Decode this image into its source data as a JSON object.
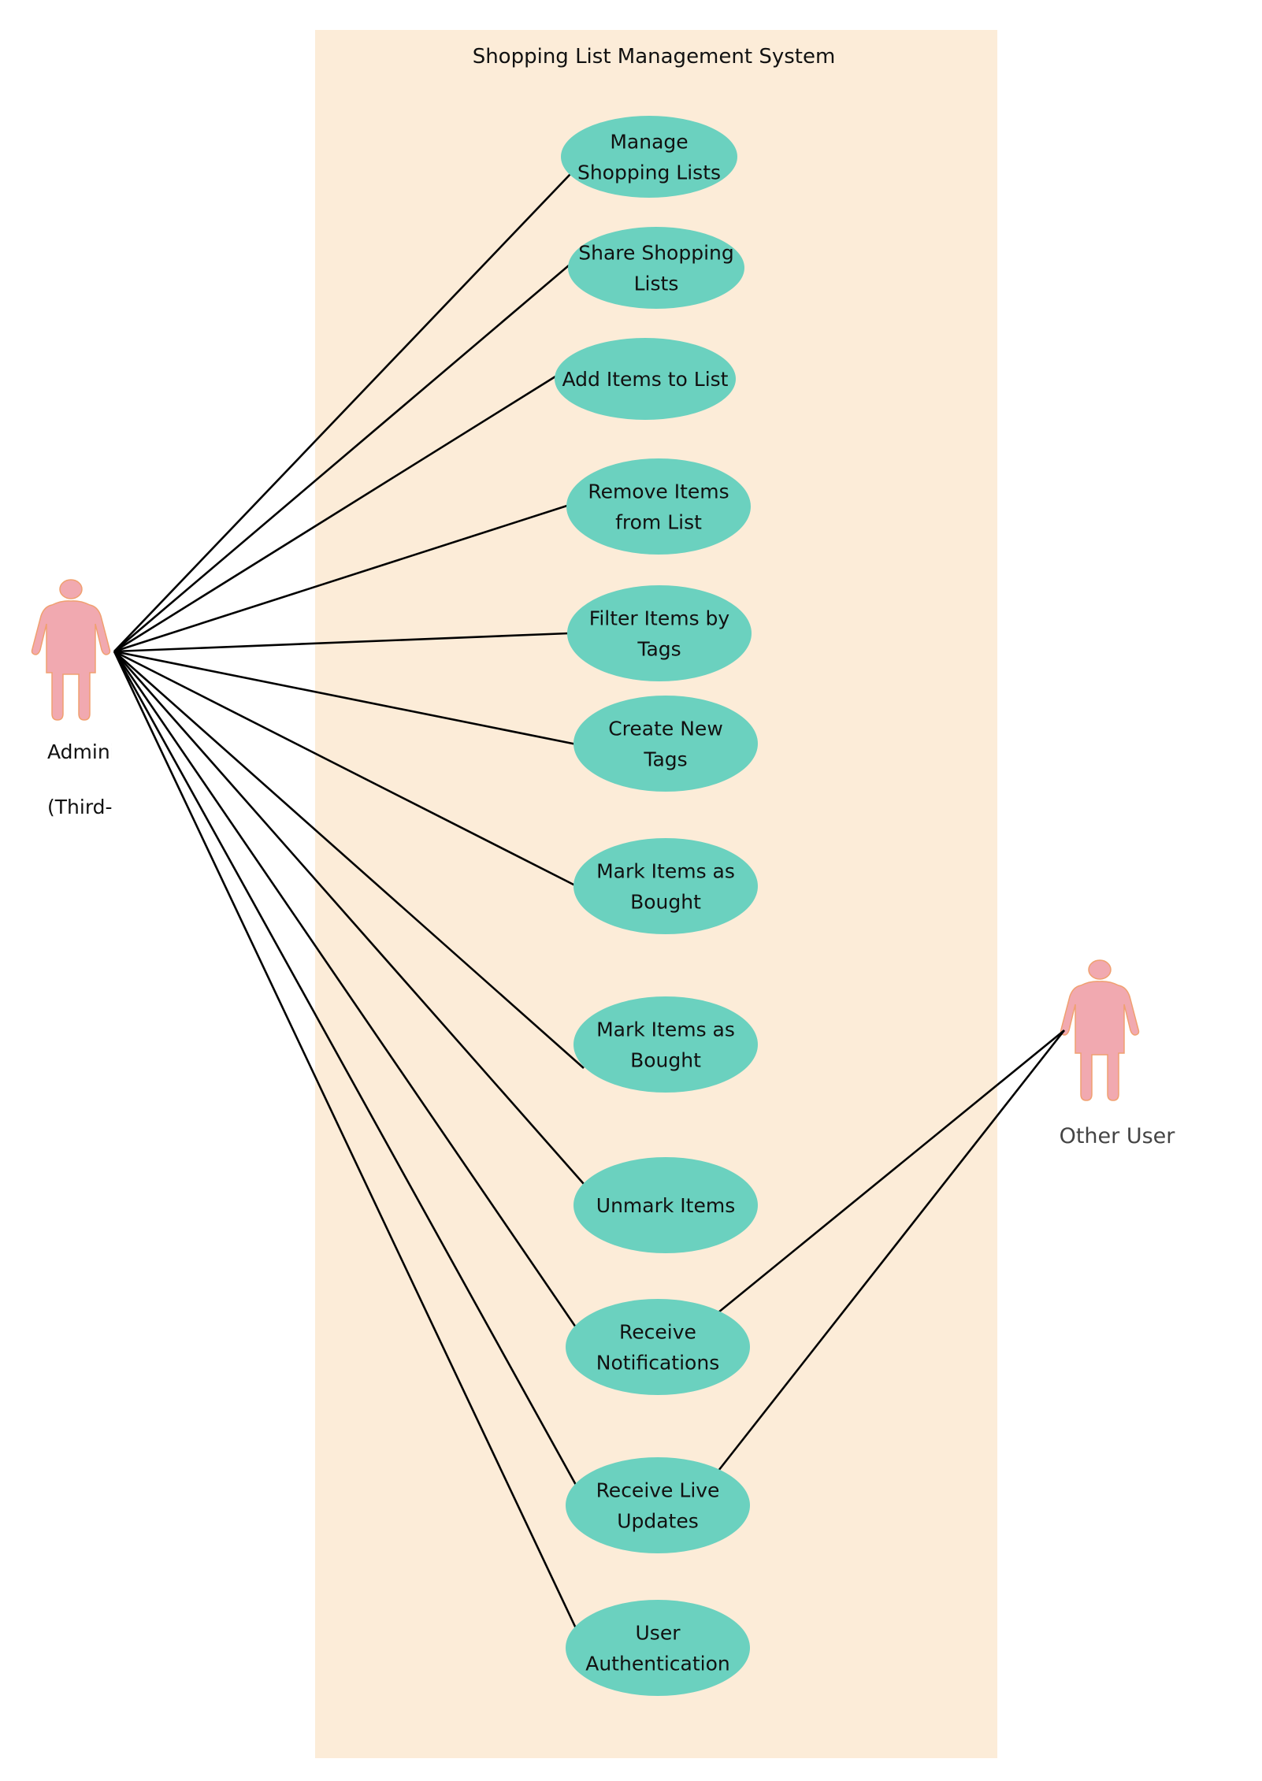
{
  "system": {
    "title": "Shopping List Management System"
  },
  "colors": {
    "boundary_fill": "#fcecd8",
    "usecase_fill": "#6bd1bf",
    "actor_fill": "#f1a9b0",
    "actor_stroke": "#f0a070",
    "line": "#000000"
  },
  "actors": [
    {
      "id": "administrator",
      "label_lines": [
        "Adminis",
        "(Third-p"
      ]
    },
    {
      "id": "other-user",
      "label_lines": [
        "Other User"
      ]
    }
  ],
  "use_cases": [
    {
      "id": "uc-manage-lists",
      "lines": [
        "Manage",
        "Shopping Lists"
      ]
    },
    {
      "id": "uc-share-lists",
      "lines": [
        "Share Shopping",
        "Lists"
      ]
    },
    {
      "id": "uc-add-items",
      "lines": [
        "Add Items to List"
      ]
    },
    {
      "id": "uc-remove-items",
      "lines": [
        "Remove Items",
        "from List"
      ]
    },
    {
      "id": "uc-filter-items",
      "lines": [
        "Filter Items by",
        "Tags"
      ]
    },
    {
      "id": "uc-create-tags",
      "lines": [
        "Create New",
        "Tags"
      ]
    },
    {
      "id": "uc-mark-bought-1",
      "lines": [
        "Mark Items as",
        "Bought"
      ]
    },
    {
      "id": "uc-mark-bought-2",
      "lines": [
        "Mark Items as",
        "Bought"
      ]
    },
    {
      "id": "uc-unmark-items",
      "lines": [
        "Unmark Items"
      ]
    },
    {
      "id": "uc-receive-notifications",
      "lines": [
        "Receive",
        "Notifications"
      ]
    },
    {
      "id": "uc-receive-live-updates",
      "lines": [
        "Receive Live",
        "Updates"
      ]
    },
    {
      "id": "uc-user-authentication",
      "lines": [
        "User",
        "Authentication"
      ]
    }
  ],
  "associations": [
    {
      "actor": "administrator",
      "use_case": "uc-manage-lists"
    },
    {
      "actor": "administrator",
      "use_case": "uc-share-lists"
    },
    {
      "actor": "administrator",
      "use_case": "uc-add-items"
    },
    {
      "actor": "administrator",
      "use_case": "uc-remove-items"
    },
    {
      "actor": "administrator",
      "use_case": "uc-filter-items"
    },
    {
      "actor": "administrator",
      "use_case": "uc-create-tags"
    },
    {
      "actor": "administrator",
      "use_case": "uc-mark-bought-1"
    },
    {
      "actor": "administrator",
      "use_case": "uc-mark-bought-2"
    },
    {
      "actor": "administrator",
      "use_case": "uc-unmark-items"
    },
    {
      "actor": "administrator",
      "use_case": "uc-receive-notifications"
    },
    {
      "actor": "administrator",
      "use_case": "uc-receive-live-updates"
    },
    {
      "actor": "administrator",
      "use_case": "uc-user-authentication"
    },
    {
      "actor": "other-user",
      "use_case": "uc-receive-notifications"
    },
    {
      "actor": "other-user",
      "use_case": "uc-receive-live-updates"
    }
  ]
}
